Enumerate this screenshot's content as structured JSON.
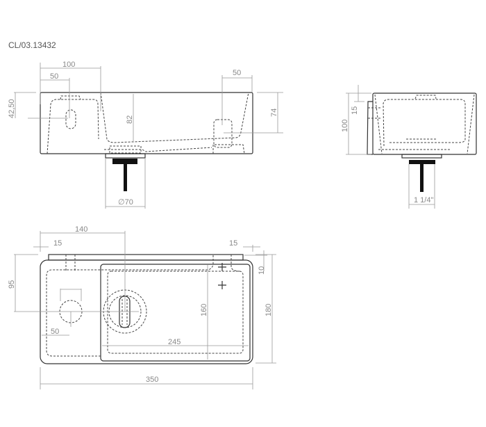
{
  "drawing_code": "CL/03.13432",
  "front_view": {
    "dims": {
      "w100": "100",
      "w50": "50",
      "h42_50": "42,50",
      "h82": "82",
      "w50_right": "50",
      "h74": "74",
      "drain": "∅70"
    }
  },
  "side_view": {
    "dims": {
      "h100": "100",
      "h15": "15",
      "outlet": "1 1/4\""
    }
  },
  "top_view": {
    "dims": {
      "w140": "140",
      "w15_left": "15",
      "w15_right": "15",
      "h95": "95",
      "w50": "50",
      "w245": "245",
      "h160": "160",
      "h180": "180",
      "h10": "10",
      "w350": "350"
    }
  }
}
